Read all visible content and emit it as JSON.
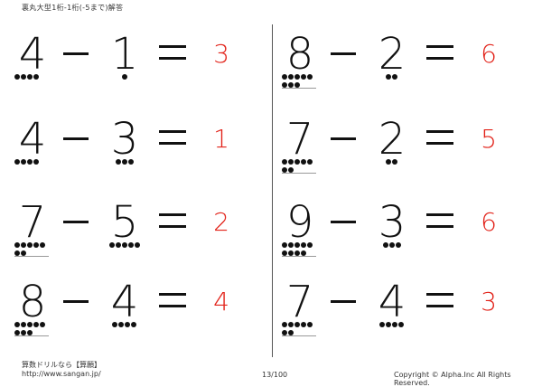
{
  "header": {
    "title": "裏丸大型1桁-1桁(-5まで)解答"
  },
  "problems": [
    {
      "a": "4",
      "b": "1",
      "answer": "3",
      "a_dots": 4,
      "b_dots": 1
    },
    {
      "a": "8",
      "b": "2",
      "answer": "6",
      "a_dots": 8,
      "b_dots": 2
    },
    {
      "a": "4",
      "b": "3",
      "answer": "1",
      "a_dots": 4,
      "b_dots": 3
    },
    {
      "a": "7",
      "b": "2",
      "answer": "5",
      "a_dots": 7,
      "b_dots": 2
    },
    {
      "a": "7",
      "b": "5",
      "answer": "2",
      "a_dots": 7,
      "b_dots": 5
    },
    {
      "a": "9",
      "b": "3",
      "answer": "6",
      "a_dots": 9,
      "b_dots": 3
    },
    {
      "a": "8",
      "b": "4",
      "answer": "4",
      "a_dots": 8,
      "b_dots": 4
    },
    {
      "a": "7",
      "b": "4",
      "answer": "3",
      "a_dots": 7,
      "b_dots": 4
    }
  ],
  "footer": {
    "brand": "算数ドリルなら【算願】",
    "url": "http://www.sangan.jp/",
    "page": "13/100",
    "copyright": "Copyright © Alpha.Inc All Rights Reserved."
  },
  "colors": {
    "answer": "#e2231a",
    "ink": "#111111"
  }
}
